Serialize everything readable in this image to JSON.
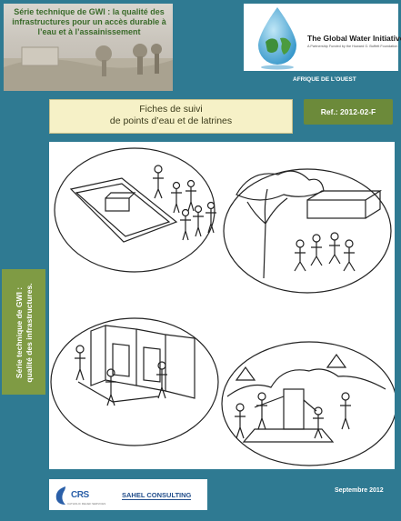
{
  "header": {
    "series_title": "Série technique de GWI : la qualité des infrastructures pour un accès durable à l’eau et à l’assainissement"
  },
  "logo": {
    "name": "The Global Water Initiative",
    "tagline": "A Partnership Funded by the Howard G. Buffett Foundation",
    "icon": "water-drop-globe-icon"
  },
  "region": "AFRIQUE DE L’OUEST",
  "title": {
    "line1": "Fiches de suivi",
    "line2": "de points d’eau et de latrines"
  },
  "reference": "Ref.: 2012-02-F",
  "side_label": {
    "line1": "Série technique de GWI :",
    "line2": "qualité des infrastructures."
  },
  "partners": {
    "crs": "CRS",
    "crs_sub": "CATHOLIC RELIEF SERVICES",
    "sahel": "SAHEL CONSULTING"
  },
  "date": "Septembre 2012",
  "colors": {
    "background": "#2f7a92",
    "title_box": "#f6f1c7",
    "accent_green": "#6c8a3a",
    "side_green": "#7f9b44"
  }
}
